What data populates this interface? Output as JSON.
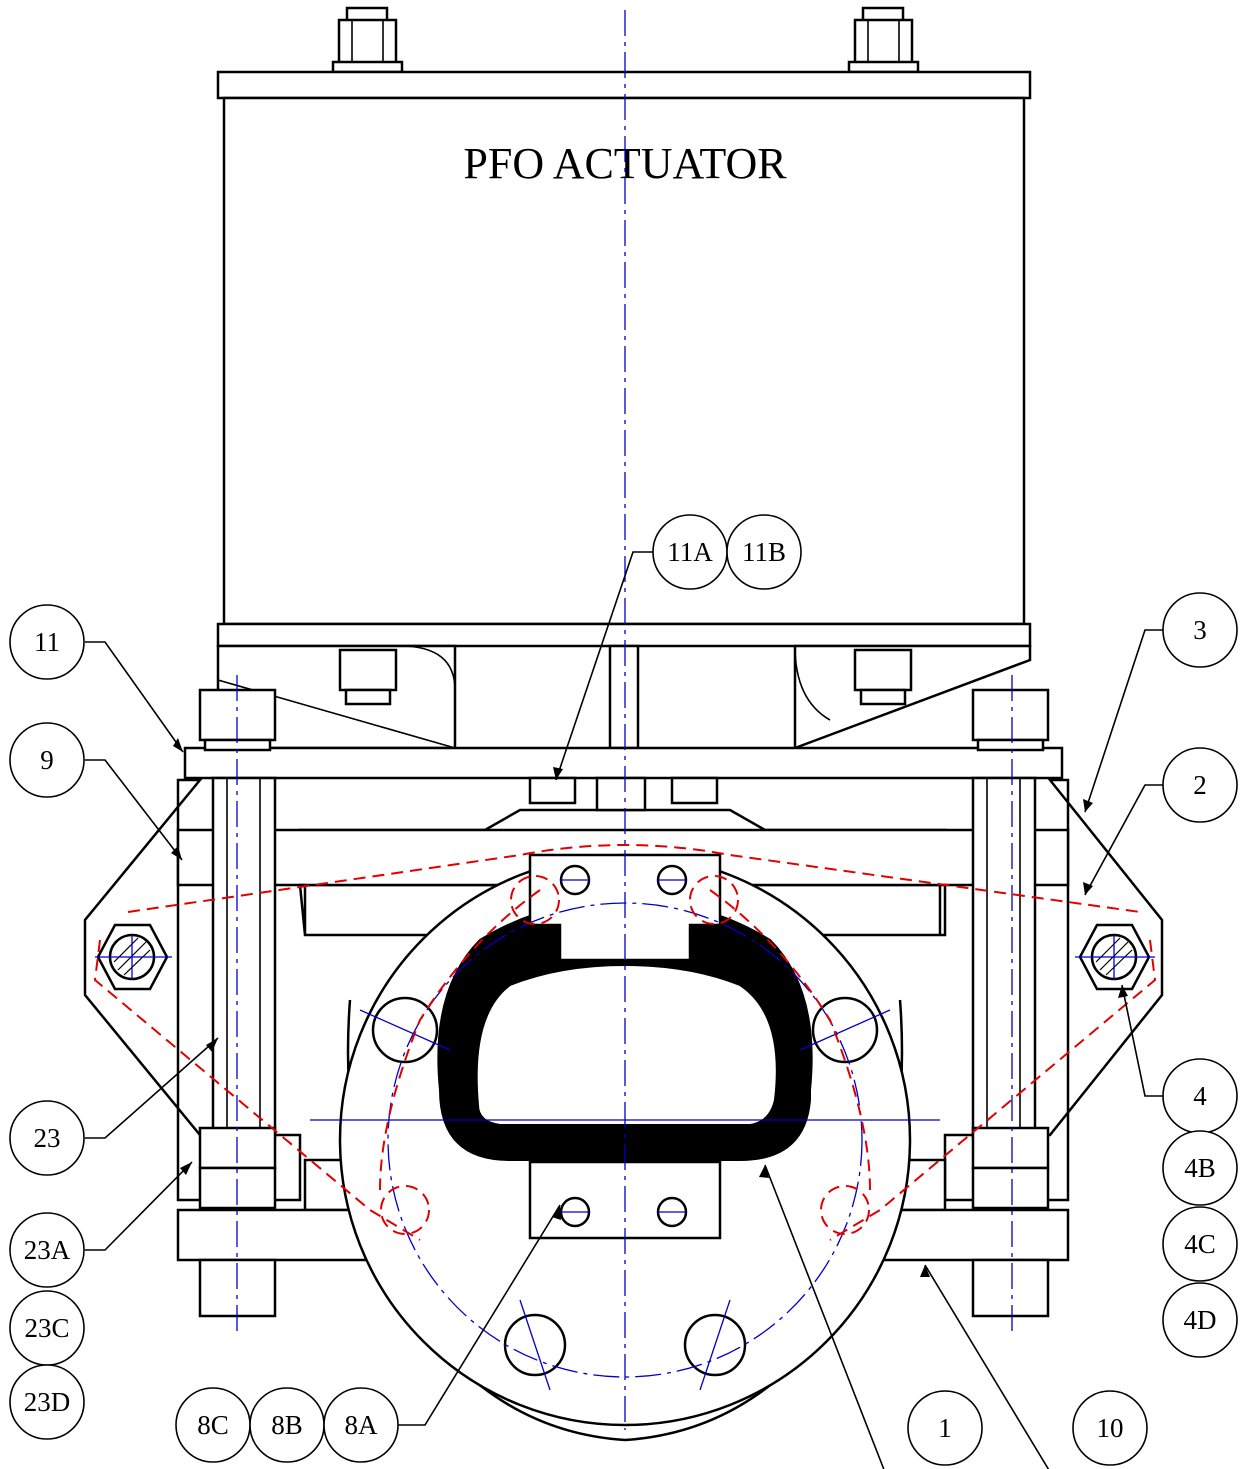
{
  "drawing": {
    "title": "PFO ACTUATOR",
    "balloons": {
      "b11": "11",
      "b9": "9",
      "b23": "23",
      "b23A": "23A",
      "b23C": "23C",
      "b23D": "23D",
      "b11A": "11A",
      "b11B": "11B",
      "b3": "3",
      "b2": "2",
      "b4": "4",
      "b4B": "4B",
      "b4C": "4C",
      "b4D": "4D",
      "b8C": "8C",
      "b8B": "8B",
      "b8A": "8A",
      "b1": "1",
      "b10": "10"
    },
    "colors": {
      "outline": "#000000",
      "centerline": "#0000c8",
      "hidden_line": "#e00000"
    }
  }
}
